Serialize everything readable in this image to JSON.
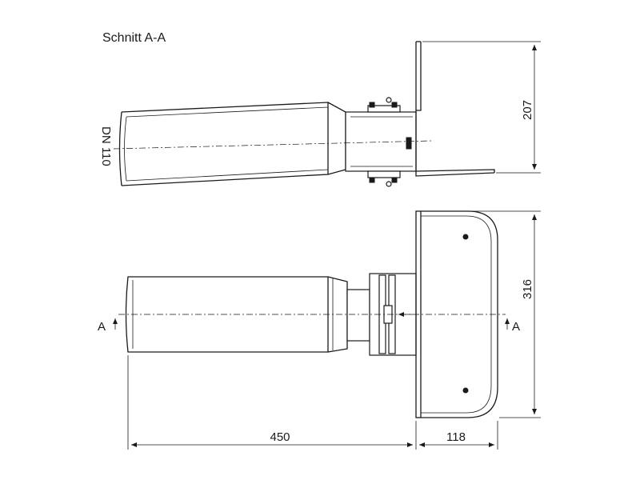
{
  "title": "Schnitt A-A",
  "section_view": {
    "pipe_label": "DN 110",
    "height_label": "207"
  },
  "plan_view": {
    "section_marker_left": "A",
    "section_marker_right": "A",
    "height_label": "316",
    "length_label": "450",
    "depth_label": "118"
  }
}
